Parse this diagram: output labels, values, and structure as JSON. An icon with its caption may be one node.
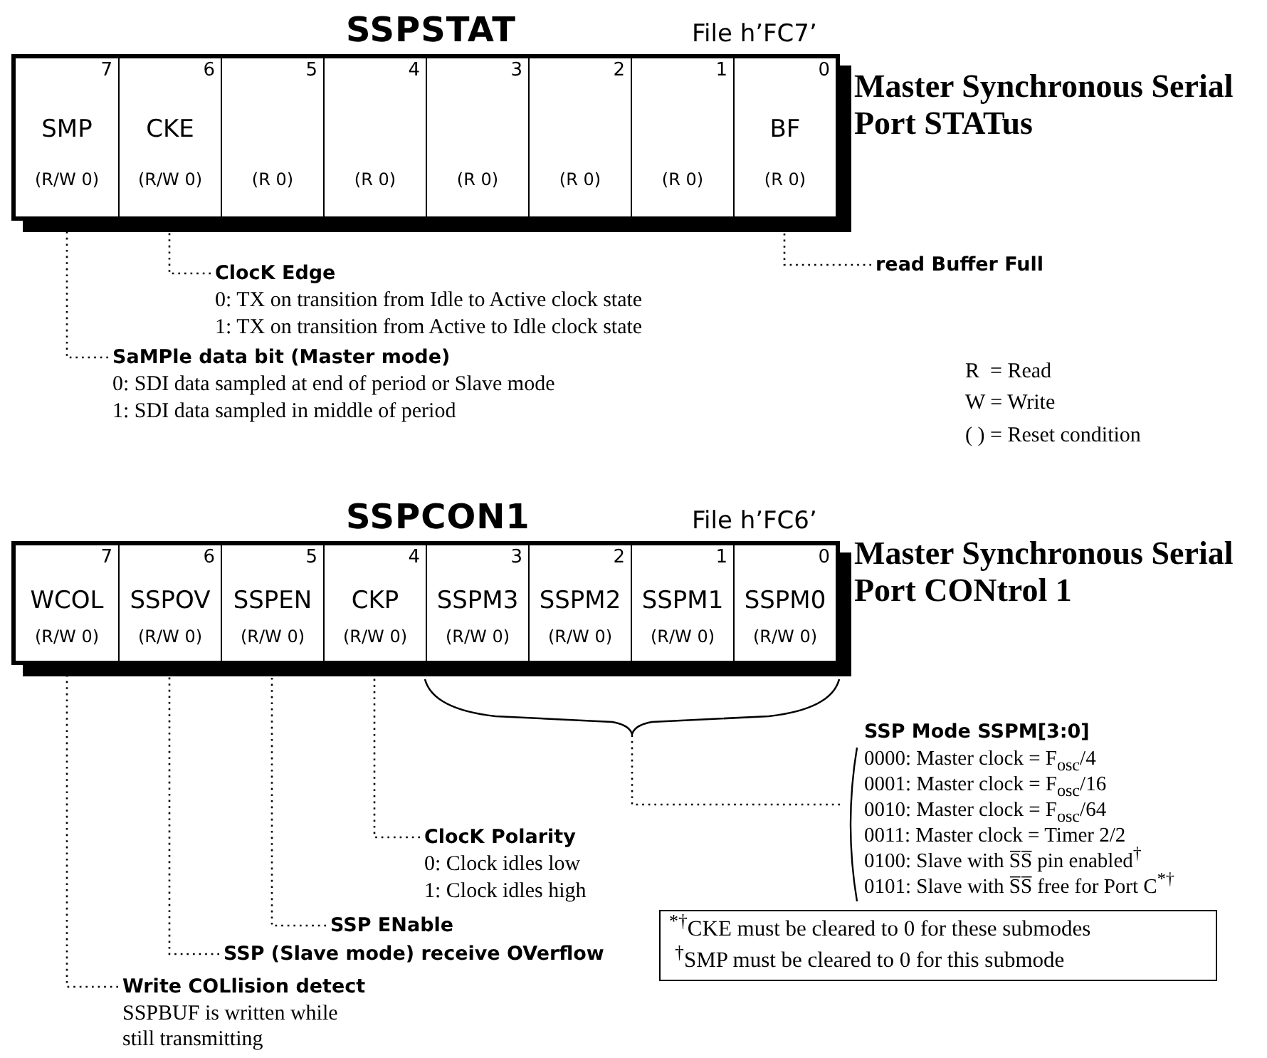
{
  "diagram": {
    "nodes": [
      {
        "text": [
          "SSPSTAT",
          "File h’FC7’"
        ],
        "beside": [
          "Master Synchronous Serial Port STATus"
        ]
      },
      {
        "text": [
          "7",
          "SMP",
          "(R/W 0)"
        ],
        "in": 0
      },
      {
        "text": [
          "6",
          "CKE",
          "(R/W 0)"
        ],
        "in": 0
      },
      {
        "text": [
          "5",
          "(R 0)"
        ],
        "in": 0
      },
      {
        "text": [
          "4",
          "(R 0)"
        ],
        "in": 0
      },
      {
        "text": [
          "3",
          "(R 0)"
        ],
        "in": 0
      },
      {
        "text": [
          "2",
          "(R 0)"
        ],
        "in": 0
      },
      {
        "text": [
          "1",
          "(R 0)"
        ],
        "in": 0
      },
      {
        "text": [
          "0",
          "BF",
          "(R 0)"
        ],
        "in": 0
      },
      {
        "text": [
          "ClocK Edge",
          "0: TX on transition from Idle to Active clock state",
          "1: TX on transition from Active to Idle clock state"
        ]
      },
      {
        "text": [
          "read Buffer Full"
        ]
      },
      {
        "text": [
          "SaMPle data bit (Master mode)",
          "0: SDI data sampled at end of period or Slave mode",
          "1: SDI data sampled in middle of period"
        ]
      },
      {
        "text": [
          "SSPCON1",
          "File h’FC6’"
        ],
        "beside": [
          "Master Synchronous Serial Port CONtrol 1"
        ]
      },
      {
        "text": [
          "7",
          "WCOL",
          "(R/W 0)"
        ],
        "in": 12
      },
      {
        "text": [
          "6",
          "SSPOV",
          "(R/W 0)"
        ],
        "in": 12
      },
      {
        "text": [
          "5",
          "SSPEN",
          "(R/W 0)"
        ],
        "in": 12
      },
      {
        "text": [
          "4",
          "CKP",
          "(R/W 0)"
        ],
        "in": 12
      },
      {
        "text": [
          "3",
          "SSPM3",
          "(R/W 0)"
        ],
        "in": 12
      },
      {
        "text": [
          "2",
          "SSPM2",
          "(R/W 0)"
        ],
        "in": 12
      },
      {
        "text": [
          "1",
          "SSPM1",
          "(R/W 0)"
        ],
        "in": 12
      },
      {
        "text": [
          "0",
          "SSPM0",
          "(R/W 0)"
        ],
        "in": 12
      },
      {
        "text": [],
        "shape": "brace"
      },
      {
        "text": [
          "SSP Mode SSPM[3:0]",
          "0000: Master clock = F$_{osc}$/4",
          "0001: Master clock = F$_{osc}$/16",
          "0010: Master clock = F$_{osc}$/64",
          "0011: Master clock = Timer 2/2",
          "0100: Slave with S̅S̅ pin enabled$^{†}$",
          "0101: Slave with S̅S̅ free for Port C$^{*†}$"
        ]
      },
      {
        "text": [
          "$^{*†}$CKE must be cleared to 0 for these submodes",
          "$^{†}$SMP must be cleared to 0 for this submode"
        ]
      },
      {
        "text": [
          "ClocK Polarity",
          "0: Clock idles low",
          "1: Clock idles high"
        ]
      },
      {
        "text": [
          "SSP ENable"
        ]
      },
      {
        "text": [
          "SSP (Slave mode) receive OVerflow"
        ]
      },
      {
        "text": [
          "Write COLlision detect",
          "SSPBUF is written while still transmitting"
        ]
      }
    ],
    "edges": [
      {
        "from": 9,
        "to": 2,
        "arrow": "none"
      },
      {
        "from": 10,
        "to": 8,
        "arrow": "none"
      },
      {
        "from": 11,
        "to": 1,
        "arrow": "none"
      },
      {
        "from": 22,
        "to": 21,
        "arrow": "none"
      },
      {
        "from": 24,
        "to": 16,
        "arrow": "none"
      },
      {
        "from": 25,
        "to": 15,
        "arrow": "none"
      },
      {
        "from": 26,
        "to": 14,
        "arrow": "none"
      },
      {
        "from": 27,
        "to": 13,
        "arrow": "none"
      }
    ],
    "labels": [
      "R  = Read",
      "W = Write",
      "( ) = Reset condition"
    ]
  }
}
